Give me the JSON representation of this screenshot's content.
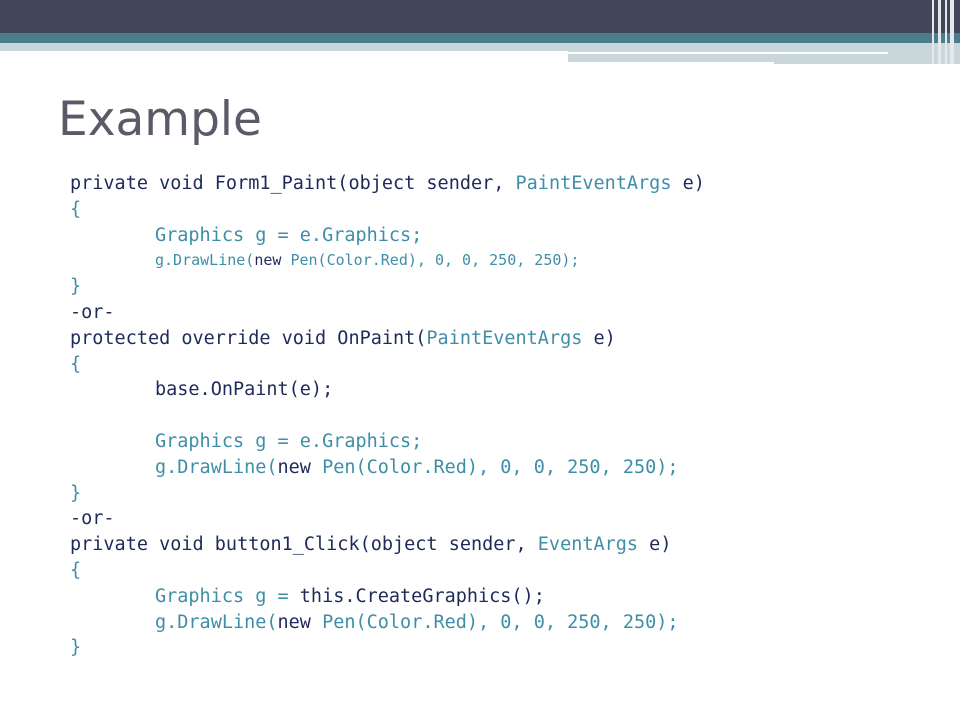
{
  "slide": {
    "title": "Example",
    "code_lines": [
      {
        "indent": 0,
        "small": false,
        "tokens": [
          {
            "t": "private void Form1_Paint(object sender, ",
            "k": "plain"
          },
          {
            "t": "PaintEventArgs",
            "k": "type"
          },
          {
            "t": " e)",
            "k": "plain"
          }
        ]
      },
      {
        "indent": 0,
        "small": false,
        "tokens": [
          {
            "t": "{",
            "k": "brace"
          }
        ]
      },
      {
        "indent": 1,
        "small": false,
        "tokens": [
          {
            "t": "Graphics g = e.Graphics;",
            "k": "ident"
          }
        ]
      },
      {
        "indent": 1,
        "small": true,
        "tokens": [
          {
            "t": "g.DrawLine(",
            "k": "ident"
          },
          {
            "t": "new",
            "k": "plain"
          },
          {
            "t": " Pen(Color.Red), 0, 0, 250, 250);",
            "k": "ident"
          }
        ]
      },
      {
        "indent": 0,
        "small": false,
        "tokens": [
          {
            "t": "}",
            "k": "brace"
          }
        ]
      },
      {
        "indent": 0,
        "small": false,
        "tokens": [
          {
            "t": "-or-",
            "k": "sep"
          }
        ]
      },
      {
        "indent": 0,
        "small": false,
        "tokens": [
          {
            "t": "protected override void OnPaint(",
            "k": "plain"
          },
          {
            "t": "PaintEventArgs",
            "k": "type"
          },
          {
            "t": " e)",
            "k": "plain"
          }
        ]
      },
      {
        "indent": 0,
        "small": false,
        "tokens": [
          {
            "t": "{",
            "k": "brace"
          }
        ]
      },
      {
        "indent": 1,
        "small": false,
        "tokens": [
          {
            "t": "base.OnPaint(e);",
            "k": "plain"
          }
        ]
      },
      {
        "indent": 0,
        "small": false,
        "tokens": [
          {
            "t": "",
            "k": "plain"
          }
        ]
      },
      {
        "indent": 1,
        "small": false,
        "tokens": [
          {
            "t": "Graphics g = e.Graphics;",
            "k": "ident"
          }
        ]
      },
      {
        "indent": 1,
        "small": false,
        "tokens": [
          {
            "t": "g.DrawLine(",
            "k": "ident"
          },
          {
            "t": "new",
            "k": "plain"
          },
          {
            "t": " Pen(Color.Red), 0, 0, 250, 250);",
            "k": "ident"
          }
        ]
      },
      {
        "indent": 0,
        "small": false,
        "tokens": [
          {
            "t": "}",
            "k": "brace"
          }
        ]
      },
      {
        "indent": 0,
        "small": false,
        "tokens": [
          {
            "t": "-or-",
            "k": "sep"
          }
        ]
      },
      {
        "indent": 0,
        "small": false,
        "tokens": [
          {
            "t": "private void button1_Click(object sender, ",
            "k": "plain"
          },
          {
            "t": "EventArgs",
            "k": "type"
          },
          {
            "t": " e)",
            "k": "plain"
          }
        ]
      },
      {
        "indent": 0,
        "small": false,
        "tokens": [
          {
            "t": "{",
            "k": "brace"
          }
        ]
      },
      {
        "indent": 1,
        "small": false,
        "tokens": [
          {
            "t": "Graphics g = ",
            "k": "ident"
          },
          {
            "t": "this.CreateGraphics();",
            "k": "plain"
          }
        ]
      },
      {
        "indent": 1,
        "small": false,
        "tokens": [
          {
            "t": "g.DrawLine(",
            "k": "ident"
          },
          {
            "t": "new",
            "k": "plain"
          },
          {
            "t": " Pen(Color.Red), 0, 0, 250, 250);",
            "k": "ident"
          }
        ]
      },
      {
        "indent": 0,
        "small": false,
        "tokens": [
          {
            "t": "}",
            "k": "brace"
          }
        ]
      }
    ]
  },
  "colors": {
    "header_dark": "#434559",
    "header_teal": "#4a7e8a",
    "title_text": "#5a5a68",
    "code_dark": "#1e2a5a",
    "code_teal": "#3f8ea7"
  }
}
